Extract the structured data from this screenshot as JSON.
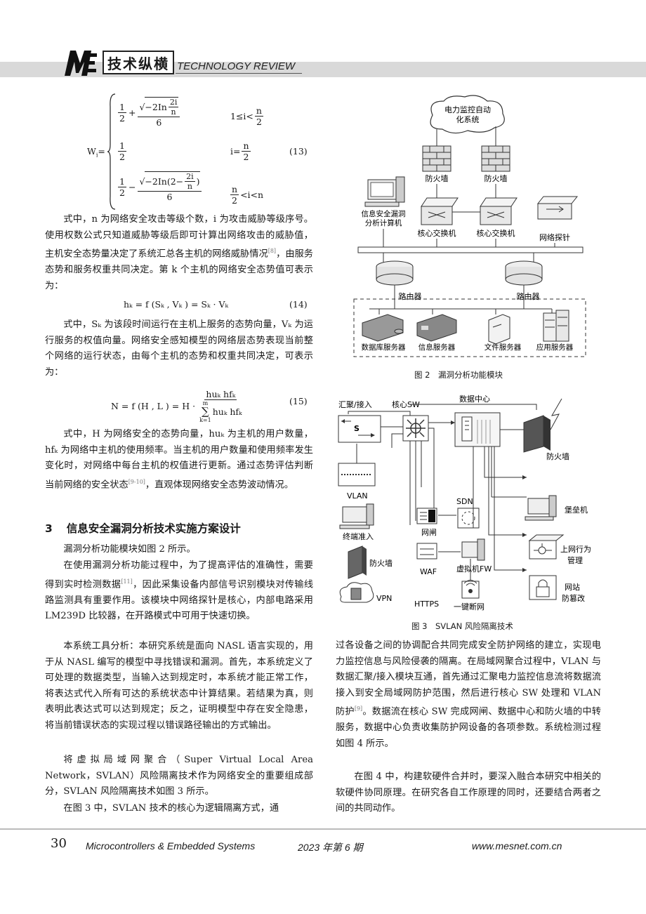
{
  "header": {
    "column_cn": "技术纵横",
    "column_en": "TECHNOLOGY REVIEW"
  },
  "eq13": {
    "lhs": "W",
    "lhs_sub": "i",
    "row1_a": "1",
    "row1_b": "2",
    "row1_plus": "+",
    "row1_rad": "−2In",
    "row1_rad_num": "2i",
    "row1_rad_den": "n",
    "row1_den": "6",
    "row1_cond_pre": "1≤i<",
    "row1_cond_num": "n",
    "row1_cond_den": "2",
    "row2_a": "1",
    "row2_b": "2",
    "row2_cond_pre": "i=",
    "row2_cond_num": "n",
    "row2_cond_den": "2",
    "row3_a": "1",
    "row3_b": "2",
    "row3_minus": "−",
    "row3_rad": "−2In(2−",
    "row3_rad_num": "2i",
    "row3_rad_den": "n",
    "row3_rad_close": ")",
    "row3_den": "6",
    "row3_cond_num": "n",
    "row3_cond_den": "2",
    "row3_cond_post": "<i<n",
    "number": "(13)"
  },
  "left": {
    "p1": "式中，n 为网络安全攻击等级个数，i 为攻击威胁等级序号。使用权数公式只知道威胁等级后即可计算出网络攻击的威胁值，主机安全态势量决定了系统汇总各主机的网络威胁情况",
    "p1_ref": "[8]",
    "p1_tail": "，由服务态势和服务权重共同决定。第 k 个主机的网络安全态势值可表示为：",
    "eq14": "hₖ = f (Sₖ , Vₖ ) = Sₖ · Vₖ",
    "eq14_num": "(14)",
    "p2": "式中，Sₖ 为该段时间运行在主机上服务的态势向量，Vₖ 为运行服务的权值向量。网络安全感知模型的网络层态势表现当前整个网络的运行状态，由每个主机的态势和权重共同决定，可表示为：",
    "eq15_lhs": "N = f (H , L ) = H ·",
    "eq15_num_txt": "huₖ hfₖ",
    "eq15_den_txt": "huₖ hfₖ",
    "eq15_sum_top": "m",
    "eq15_sum_bot": "k=1",
    "eq15_num": "(15)",
    "p3": "式中，H 为网络安全的态势向量，huₖ 为主机的用户数量，hfₖ 为网络中主机的使用频率。当主机的用户数量和使用频率发生变化时，对网络中每台主机的权值进行更新。通过态势评估判断当前网络的安全状态",
    "p3_ref": "[9-10]",
    "p3_tail": "，直观体现网络安全态势波动情况。",
    "sec_num": "3",
    "sec_title": "信息安全漏洞分析技术实施方案设计",
    "p4": "漏洞分析功能模块如图 2 所示。",
    "p5": "在使用漏洞分析功能过程中，为了提高评估的准确性，需要得到实时检测数据",
    "p5_ref": "[11]",
    "p5_tail": "，因此采集设备内部信号识别模块对传输线路监测具有重要作用。该模块中网络探针是核心，内部电路采用 LM239D 比较器，在开路模式中可用于快速切换。",
    "p6": "本系统工具分析：本研究系统是面向 NASL 语言实现的，用于从 NASL 编写的模型中寻找错误和漏洞。首先，本系统定义了可处理的数据类型，当输入达到规定时，本系统才能正常工作，将表达式代入所有可达的系统状态中计算结果。若结果为真，则表明此表达式可以达到规定；反之，证明模型中存在安全隐患，将当前错误状态的实现过程以错误路径输出的方式输出。",
    "p7": "将虚拟局域网聚合（Super Virtual Local Area Network，SVLAN）风险隔离技术作为网络安全的重要组成部分，SVLAN 风险隔离技术如图 3 所示。",
    "p8": "在图 3 中，SVLAN 技术的核心为逻辑隔离方式，通"
  },
  "fig2": {
    "cloud": "电力监控自动化系统",
    "fw1": "防火墙",
    "fw2": "防火墙",
    "pc": "信息安全漏洞分析计算机",
    "sw1": "核心交换机",
    "sw2": "核心交换机",
    "probe": "网络探针",
    "r1": "路由器",
    "r2": "路由器",
    "s1": "数据库服务器",
    "s2": "信息服务器",
    "s3": "文件服务器",
    "s4": "应用服务器",
    "caption": "图 2　漏洞分析功能模块"
  },
  "fig3": {
    "agg": "汇聚/接入",
    "core": "核心SW",
    "dc": "数据中心",
    "s_label": "S",
    "vlan": "VLAN",
    "term": "终端准入",
    "fw_l": "防火墙",
    "vpn": "VPN",
    "gap": "网闸",
    "waf": "WAF",
    "https": "HTTPS",
    "sdn": "SDN",
    "vfw": "虚拟机FW",
    "onekey": "一键断网",
    "fw_r": "防火墙",
    "bastion": "堡垒机",
    "behavior": "上网行为管理",
    "web": "网站防篡改",
    "caption": "图 3　SVLAN 风险隔离技术"
  },
  "right": {
    "p1": "过各设备之间的协调配合共同完成安全防护网络的建立，实现电力监控信息与风险侵袭的隔离。在局域网聚合过程中，VLAN 与数据汇聚/接入模块互通，首先通过汇聚电力监控信息流将数据流接入到安全局域网防护范围，然后进行核心 SW 处理和 VLAN 防护",
    "p1_ref": "[9]",
    "p1_tail": "。数据流在核心 SW 完成网闸、数据中心和防火墙的中转服务，数据中心负责收集防护网设备的各项参数。系统检测过程如图 4 所示。",
    "p2": "在图 4 中，构建软硬件合并时，要深入融合本研究中相关的软硬件协同原理。在研究各自工作原理的同时，还要结合两者之间的共同动作。"
  },
  "footer": {
    "page": "30",
    "journal": "Microcontrollers & Embedded Systems",
    "issue": "2023 年第 6 期",
    "url": "www.mesnet.com.cn"
  }
}
